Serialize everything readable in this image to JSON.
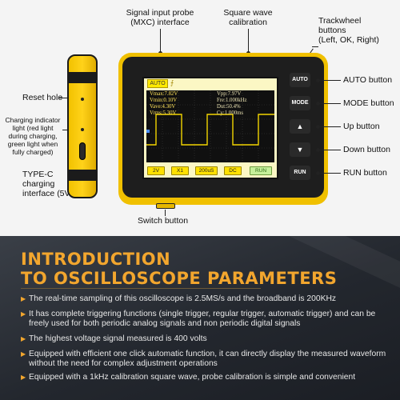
{
  "labels": {
    "signal_probe": "Signal input probe\n(MXC) interface",
    "square_wave": "Square wave\ncalibration",
    "trackwheel": "Trackwheel\nbuttons\n(Left, OK, Right)",
    "reset": "Reset hole",
    "charging_indicator": "Charging indicator\nlight (red light\nduring charging,\ngreen light when\nfully charged)",
    "typec": "TYPE-C charging\ninterface (5V/1A)",
    "switch": "Switch button",
    "auto": "AUTO button",
    "mode": "MODE button",
    "up": "Up button",
    "down": "Down button",
    "run": "RUN button"
  },
  "device": {
    "buttons": {
      "auto": "AUTO",
      "mode": "MODE",
      "up": "▲",
      "down": "▼",
      "run": "RUN"
    },
    "screen": {
      "mode_tag": "AUTO",
      "readouts": {
        "vmax": "Vmax:7.82V",
        "vmin": "Vmin:0.10V",
        "vave": "Vave:4.30V",
        "vrms": "Vrms:5.30V",
        "vpp": "Vpp:7.97V",
        "freq": "Fre:1.000kHz",
        "duty": "Dut:50.4%",
        "cycle": "Cy:1.000ms"
      },
      "soft_buttons": [
        "2V",
        "X1",
        "200uS",
        "DC",
        "RUN"
      ]
    }
  },
  "intro": {
    "title_line1": "INTRODUCTION",
    "title_line2": "TO OSCILLOSCOPE PARAMETERS",
    "bullets": [
      "The real-time sampling of this oscilloscope is 2.5MS/s and the broadband is 200KHz",
      "It has complete triggering functions (single trigger, regular trigger, automatic trigger) and can be freely used for both periodic analog signals and non periodic digital signals",
      "The highest voltage signal measured is 400 volts",
      "Equipped with efficient one click automatic function, it can directly display the measured waveform without the need for complex adjustment operations",
      "Equipped with a 1kHz calibration square wave, probe calibration is simple and convenient"
    ]
  },
  "colors": {
    "accent": "#f2a62e",
    "device_yellow": "#f0c000",
    "panel_dark": "#23272e"
  }
}
